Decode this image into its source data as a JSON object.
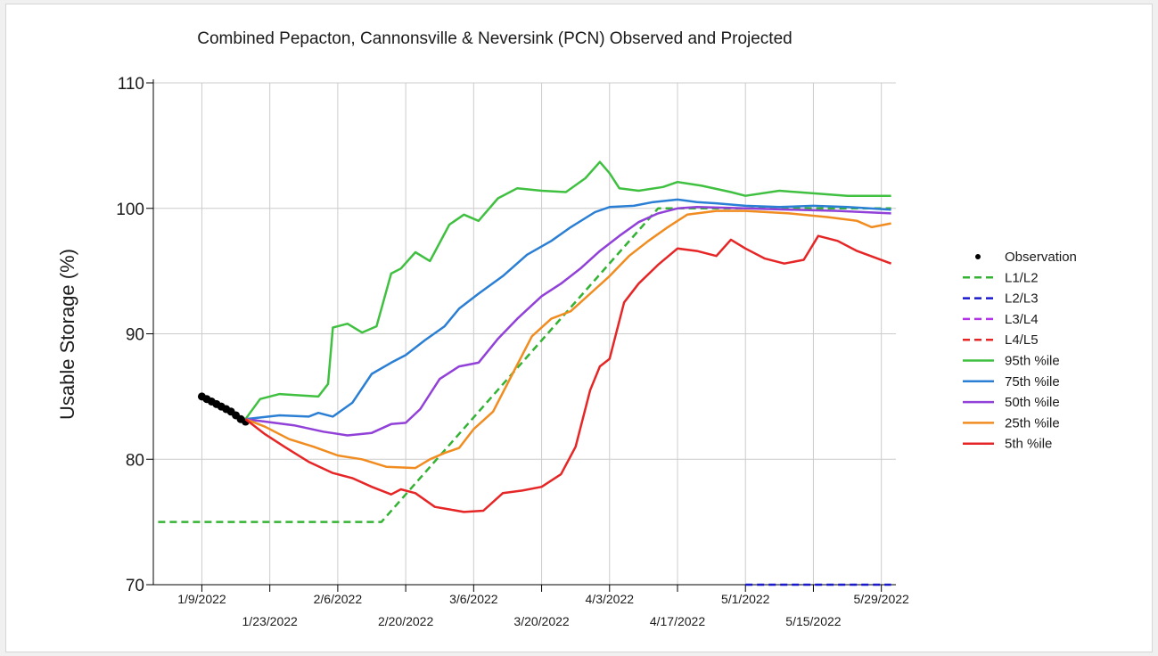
{
  "chart_data": {
    "type": "line",
    "title": "Combined Pepacton, Cannonsville & Neversink (PCN) Observed and Projected",
    "xlabel": "",
    "ylabel": "Usable Storage (%)",
    "ylim": [
      70,
      110
    ],
    "yticks": [
      70,
      80,
      90,
      100,
      110
    ],
    "xlim": [
      "2021-12-30",
      "2022-06-01"
    ],
    "xticks": [
      {
        "date": "2022-01-09",
        "label": "1/9/2022",
        "row": 0
      },
      {
        "date": "2022-01-23",
        "label": "1/23/2022",
        "row": 1
      },
      {
        "date": "2022-02-06",
        "label": "2/6/2022",
        "row": 0
      },
      {
        "date": "2022-02-20",
        "label": "2/20/2022",
        "row": 1
      },
      {
        "date": "2022-03-06",
        "label": "3/6/2022",
        "row": 0
      },
      {
        "date": "2022-03-20",
        "label": "3/20/2022",
        "row": 1
      },
      {
        "date": "2022-04-03",
        "label": "4/3/2022",
        "row": 0
      },
      {
        "date": "2022-04-17",
        "label": "4/17/2022",
        "row": 1
      },
      {
        "date": "2022-05-01",
        "label": "5/1/2022",
        "row": 0
      },
      {
        "date": "2022-05-15",
        "label": "5/15/2022",
        "row": 1
      },
      {
        "date": "2022-05-29",
        "label": "5/29/2022",
        "row": 0
      }
    ],
    "grid": true,
    "legend_position": "right",
    "series": [
      {
        "name": "Observation",
        "kind": "points",
        "color": "#000000",
        "x": [
          "2022-01-09",
          "2022-01-10",
          "2022-01-11",
          "2022-01-12",
          "2022-01-13",
          "2022-01-14",
          "2022-01-15",
          "2022-01-16",
          "2022-01-17",
          "2022-01-18"
        ],
        "y": [
          85.0,
          84.8,
          84.6,
          84.4,
          84.2,
          84.0,
          83.8,
          83.5,
          83.2,
          83.0
        ]
      },
      {
        "name": "L1/L2",
        "kind": "dashed",
        "color": "#33b233",
        "x": [
          "2021-12-31",
          "2022-02-15",
          "2022-04-13",
          "2022-05-31"
        ],
        "y": [
          75.0,
          75.0,
          100.0,
          100.0
        ]
      },
      {
        "name": "L2/L3",
        "kind": "dashed",
        "color": "#1a1acc",
        "x": [
          "2022-05-01",
          "2022-05-31"
        ],
        "y": [
          70.0,
          70.0
        ]
      },
      {
        "name": "L3/L4",
        "kind": "dashed",
        "color": "#b233e6",
        "x": [],
        "y": []
      },
      {
        "name": "L4/L5",
        "kind": "dashed",
        "color": "#e62626",
        "x": [],
        "y": []
      },
      {
        "name": "95th %ile",
        "kind": "solid",
        "color": "#40c040",
        "x": [
          "2022-01-18",
          "2022-01-21",
          "2022-01-25",
          "2022-01-29",
          "2022-02-02",
          "2022-02-04",
          "2022-02-05",
          "2022-02-08",
          "2022-02-11",
          "2022-02-14",
          "2022-02-17",
          "2022-02-19",
          "2022-02-22",
          "2022-02-25",
          "2022-03-01",
          "2022-03-04",
          "2022-03-07",
          "2022-03-11",
          "2022-03-15",
          "2022-03-20",
          "2022-03-25",
          "2022-03-29",
          "2022-04-01",
          "2022-04-03",
          "2022-04-05",
          "2022-04-09",
          "2022-04-14",
          "2022-04-17",
          "2022-04-22",
          "2022-04-28",
          "2022-05-01",
          "2022-05-08",
          "2022-05-15",
          "2022-05-22",
          "2022-05-31"
        ],
        "y": [
          83.2,
          84.8,
          85.2,
          85.1,
          85.0,
          86.0,
          90.5,
          90.8,
          90.1,
          90.6,
          94.8,
          95.2,
          96.5,
          95.8,
          98.7,
          99.5,
          99.0,
          100.8,
          101.6,
          101.4,
          101.3,
          102.4,
          103.7,
          102.8,
          101.6,
          101.4,
          101.7,
          102.1,
          101.8,
          101.3,
          101.0,
          101.4,
          101.2,
          101.0,
          101.0
        ]
      },
      {
        "name": "75th %ile",
        "kind": "solid",
        "color": "#2a7fd4",
        "x": [
          "2022-01-18",
          "2022-01-25",
          "2022-01-31",
          "2022-02-02",
          "2022-02-05",
          "2022-02-09",
          "2022-02-13",
          "2022-02-17",
          "2022-02-20",
          "2022-02-24",
          "2022-02-28",
          "2022-03-03",
          "2022-03-07",
          "2022-03-12",
          "2022-03-17",
          "2022-03-22",
          "2022-03-26",
          "2022-03-31",
          "2022-04-03",
          "2022-04-08",
          "2022-04-12",
          "2022-04-17",
          "2022-04-21",
          "2022-04-25",
          "2022-05-01",
          "2022-05-08",
          "2022-05-15",
          "2022-05-22",
          "2022-05-31"
        ],
        "y": [
          83.2,
          83.5,
          83.4,
          83.7,
          83.4,
          84.5,
          86.8,
          87.7,
          88.3,
          89.5,
          90.6,
          92.0,
          93.2,
          94.6,
          96.3,
          97.4,
          98.5,
          99.7,
          100.1,
          100.2,
          100.5,
          100.7,
          100.5,
          100.4,
          100.2,
          100.1,
          100.2,
          100.1,
          99.9
        ]
      },
      {
        "name": "50th %ile",
        "kind": "solid",
        "color": "#9140d8",
        "x": [
          "2022-01-18",
          "2022-01-22",
          "2022-01-28",
          "2022-02-03",
          "2022-02-08",
          "2022-02-13",
          "2022-02-17",
          "2022-02-20",
          "2022-02-23",
          "2022-02-27",
          "2022-03-03",
          "2022-03-07",
          "2022-03-11",
          "2022-03-15",
          "2022-03-20",
          "2022-03-24",
          "2022-03-28",
          "2022-04-01",
          "2022-04-05",
          "2022-04-09",
          "2022-04-13",
          "2022-04-17",
          "2022-04-21",
          "2022-05-01",
          "2022-05-10",
          "2022-05-20",
          "2022-05-31"
        ],
        "y": [
          83.2,
          83.0,
          82.7,
          82.2,
          81.9,
          82.1,
          82.8,
          82.9,
          84.0,
          86.4,
          87.4,
          87.7,
          89.6,
          91.2,
          93.0,
          94.0,
          95.2,
          96.6,
          97.8,
          98.9,
          99.6,
          100.0,
          100.1,
          100.0,
          99.9,
          99.8,
          99.6
        ]
      },
      {
        "name": "25th %ile",
        "kind": "solid",
        "color": "#f08c20",
        "x": [
          "2022-01-18",
          "2022-01-22",
          "2022-01-27",
          "2022-02-01",
          "2022-02-06",
          "2022-02-11",
          "2022-02-16",
          "2022-02-22",
          "2022-02-25",
          "2022-02-28",
          "2022-03-03",
          "2022-03-06",
          "2022-03-10",
          "2022-03-14",
          "2022-03-18",
          "2022-03-22",
          "2022-03-26",
          "2022-03-30",
          "2022-04-03",
          "2022-04-07",
          "2022-04-11",
          "2022-04-15",
          "2022-04-19",
          "2022-04-25",
          "2022-05-01",
          "2022-05-10",
          "2022-05-18",
          "2022-05-24",
          "2022-05-27",
          "2022-05-31"
        ],
        "y": [
          83.2,
          82.6,
          81.6,
          81.0,
          80.3,
          80.0,
          79.4,
          79.3,
          80.0,
          80.5,
          80.9,
          82.4,
          83.8,
          86.8,
          89.8,
          91.2,
          91.8,
          93.2,
          94.6,
          96.2,
          97.4,
          98.5,
          99.5,
          99.8,
          99.8,
          99.6,
          99.3,
          99.0,
          98.5,
          98.8
        ]
      },
      {
        "name": "5th %ile",
        "kind": "solid",
        "color": "#e62626",
        "x": [
          "2022-01-18",
          "2022-01-22",
          "2022-01-26",
          "2022-01-31",
          "2022-02-05",
          "2022-02-09",
          "2022-02-13",
          "2022-02-17",
          "2022-02-19",
          "2022-02-22",
          "2022-02-26",
          "2022-03-01",
          "2022-03-04",
          "2022-03-08",
          "2022-03-12",
          "2022-03-16",
          "2022-03-20",
          "2022-03-24",
          "2022-03-27",
          "2022-03-30",
          "2022-04-01",
          "2022-04-03",
          "2022-04-06",
          "2022-04-09",
          "2022-04-13",
          "2022-04-17",
          "2022-04-21",
          "2022-04-25",
          "2022-04-28",
          "2022-05-01",
          "2022-05-05",
          "2022-05-09",
          "2022-05-13",
          "2022-05-16",
          "2022-05-20",
          "2022-05-24",
          "2022-05-31"
        ],
        "y": [
          83.2,
          82.0,
          81.0,
          79.8,
          78.9,
          78.5,
          77.8,
          77.2,
          77.6,
          77.3,
          76.2,
          76.0,
          75.8,
          75.9,
          77.3,
          77.5,
          77.8,
          78.8,
          81.0,
          85.5,
          87.4,
          88.0,
          92.5,
          94.0,
          95.5,
          96.8,
          96.6,
          96.2,
          97.5,
          96.8,
          96.0,
          95.6,
          95.9,
          97.8,
          97.4,
          96.6,
          95.6
        ]
      }
    ]
  }
}
